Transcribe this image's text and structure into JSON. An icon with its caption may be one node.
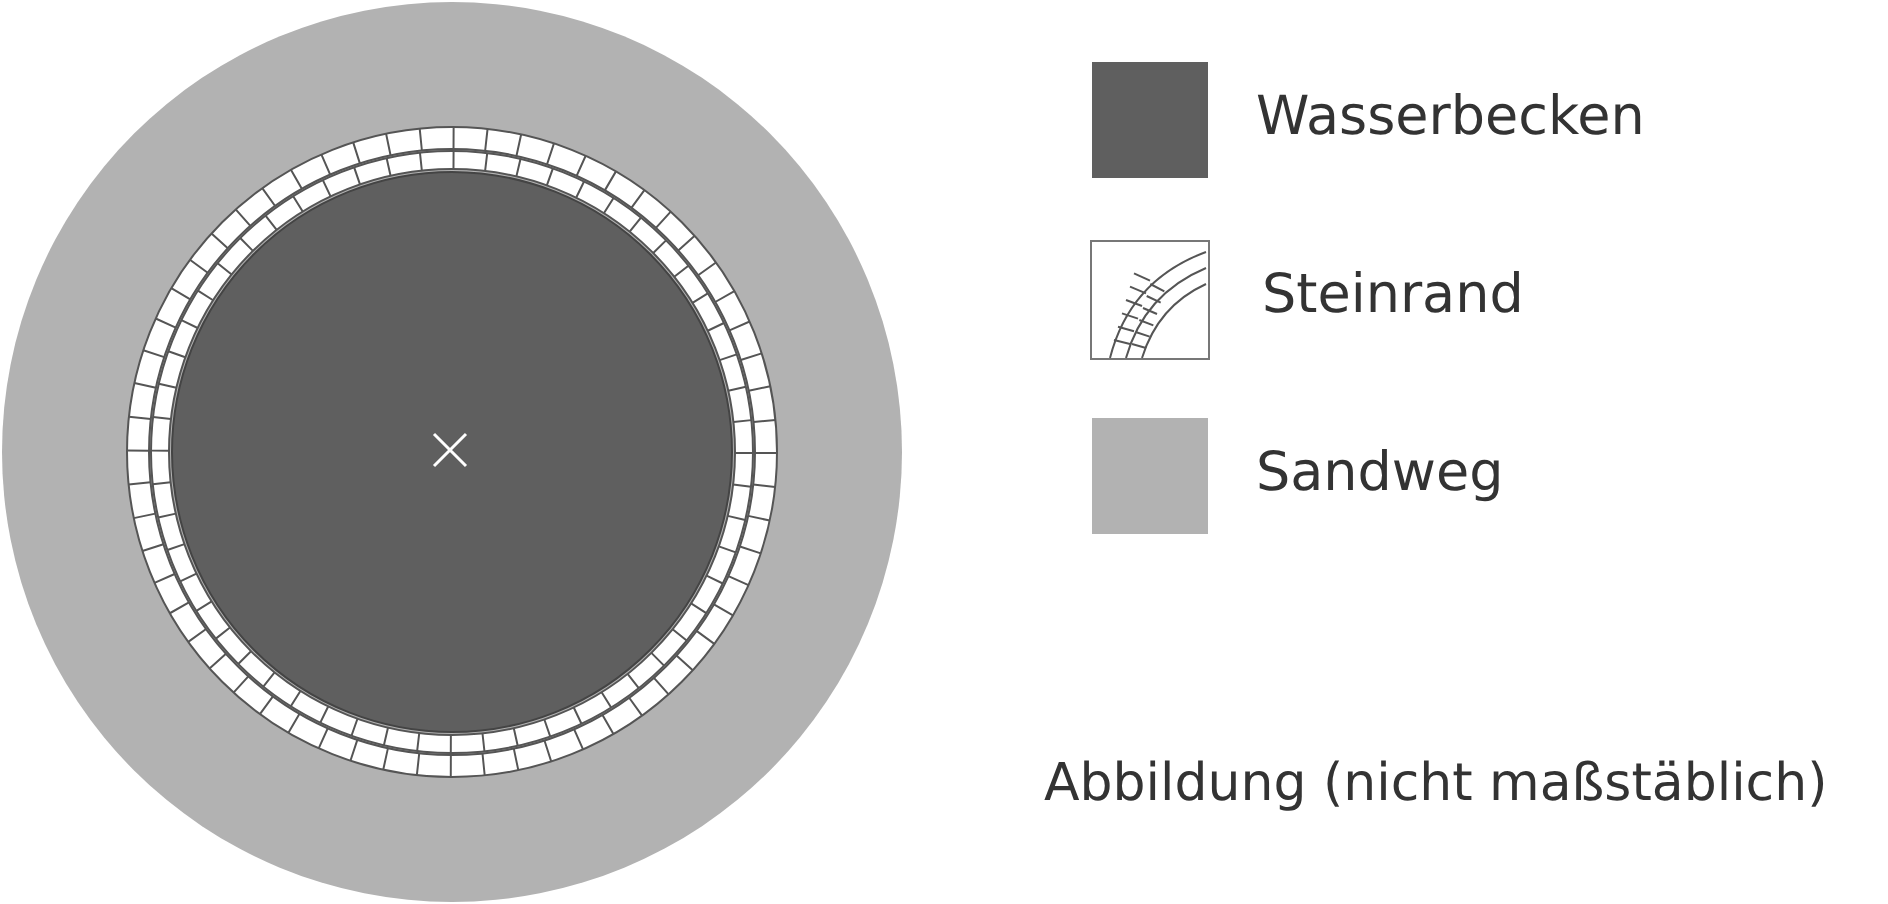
{
  "diagram": {
    "caption": "Abbildung (nicht maßstäblich)",
    "legend": [
      {
        "text": "Wasserbecken",
        "color": "#5f5f5f"
      },
      {
        "text": "Steinrand"
      },
      {
        "text": "Sandweg",
        "color": "#b2b2b2"
      }
    ]
  }
}
